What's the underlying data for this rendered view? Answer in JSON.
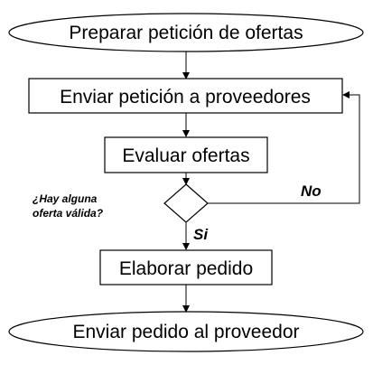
{
  "diagram": {
    "nodes": {
      "start": "Preparar petición de ofertas",
      "send_request": "Enviar petición a proveedores",
      "evaluate": "Evaluar ofertas",
      "prepare_order": "Elaborar pedido",
      "end": "Enviar pedido al proveedor"
    },
    "decision": {
      "question_line1": "¿Hay alguna",
      "question_line2": "oferta válida?",
      "yes_label": "Si",
      "no_label": "No"
    }
  }
}
